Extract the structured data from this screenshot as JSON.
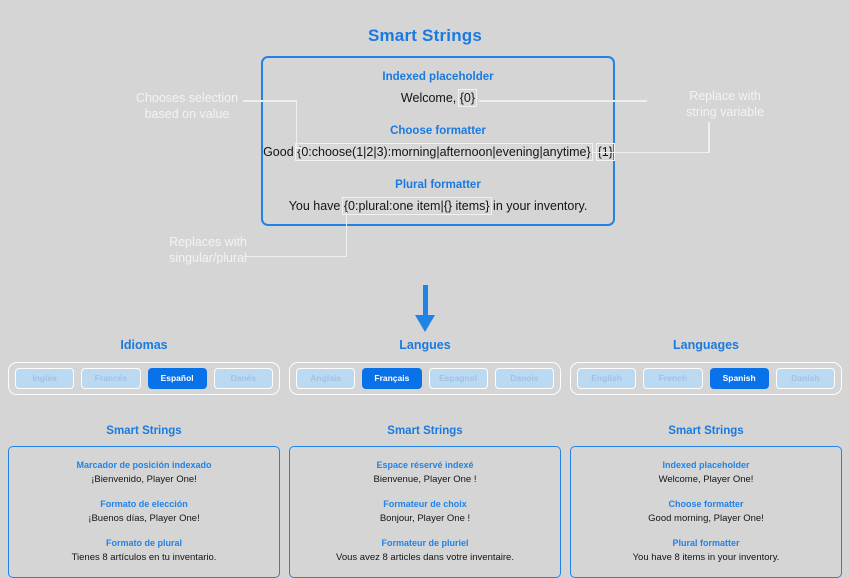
{
  "page": {
    "title": "Smart Strings",
    "background_color": "#d5d5d5",
    "accent_color": "#1a7ae0",
    "annotation_color": "#f3f3f3"
  },
  "demo": {
    "rows": [
      {
        "label": "Indexed placeholder",
        "prefix": "Welcome, ",
        "token": "{0}",
        "suffix": ""
      },
      {
        "label": "Choose formatter",
        "prefix": "Good ",
        "token": "{0:choose(1|2|3):morning|afternoon|evening|anytime}",
        "mid": ", ",
        "token2": "{1}",
        "suffix": ""
      },
      {
        "label": "Plural formatter",
        "prefix": "You have ",
        "token": "{0:plural:one item|{} items}",
        "suffix": " in your inventory."
      }
    ]
  },
  "annotations": {
    "left_top_line1": "Chooses selection",
    "left_top_line2": "based on value",
    "left_bottom_line1": "Replaces with",
    "left_bottom_line2": "singular/plural",
    "right_line1": "Replace with",
    "right_line2": "string variable"
  },
  "arrow": {
    "name": "down-arrow",
    "color": "#1f83e8"
  },
  "columns": [
    {
      "picker_title": "Idiomas",
      "languages": [
        {
          "label": "Inglés",
          "selected": false
        },
        {
          "label": "Francés",
          "selected": false
        },
        {
          "label": "Español",
          "selected": true
        },
        {
          "label": "Danés",
          "selected": false
        }
      ],
      "card_title": "Smart Strings",
      "sections": [
        {
          "label": "Marcador de posición indexado",
          "value": "¡Bienvenido, Player One!"
        },
        {
          "label": "Formato de elección",
          "value": "¡Buenos días, Player One!"
        },
        {
          "label": "Formato de plural",
          "value": "Tienes 8 artículos en tu inventario."
        }
      ]
    },
    {
      "picker_title": "Langues",
      "languages": [
        {
          "label": "Anglais",
          "selected": false
        },
        {
          "label": "Français",
          "selected": true
        },
        {
          "label": "Espagnol",
          "selected": false
        },
        {
          "label": "Danois",
          "selected": false
        }
      ],
      "card_title": "Smart Strings",
      "sections": [
        {
          "label": "Espace réservé indexé",
          "value": "Bienvenue, Player One !"
        },
        {
          "label": "Formateur de choix",
          "value": "Bonjour, Player One !"
        },
        {
          "label": "Formateur de pluriel",
          "value": "Vous avez 8 articles dans votre inventaire."
        }
      ]
    },
    {
      "picker_title": "Languages",
      "languages": [
        {
          "label": "English",
          "selected": false
        },
        {
          "label": "French",
          "selected": false
        },
        {
          "label": "Spanish",
          "selected": true
        },
        {
          "label": "Danish",
          "selected": false
        }
      ],
      "card_title": "Smart Strings",
      "sections": [
        {
          "label": "Indexed placeholder",
          "value": "Welcome, Player One!"
        },
        {
          "label": "Choose formatter",
          "value": "Good morning, Player One!"
        },
        {
          "label": "Plural formatter",
          "value": "You have 8 items in your inventory."
        }
      ]
    }
  ]
}
